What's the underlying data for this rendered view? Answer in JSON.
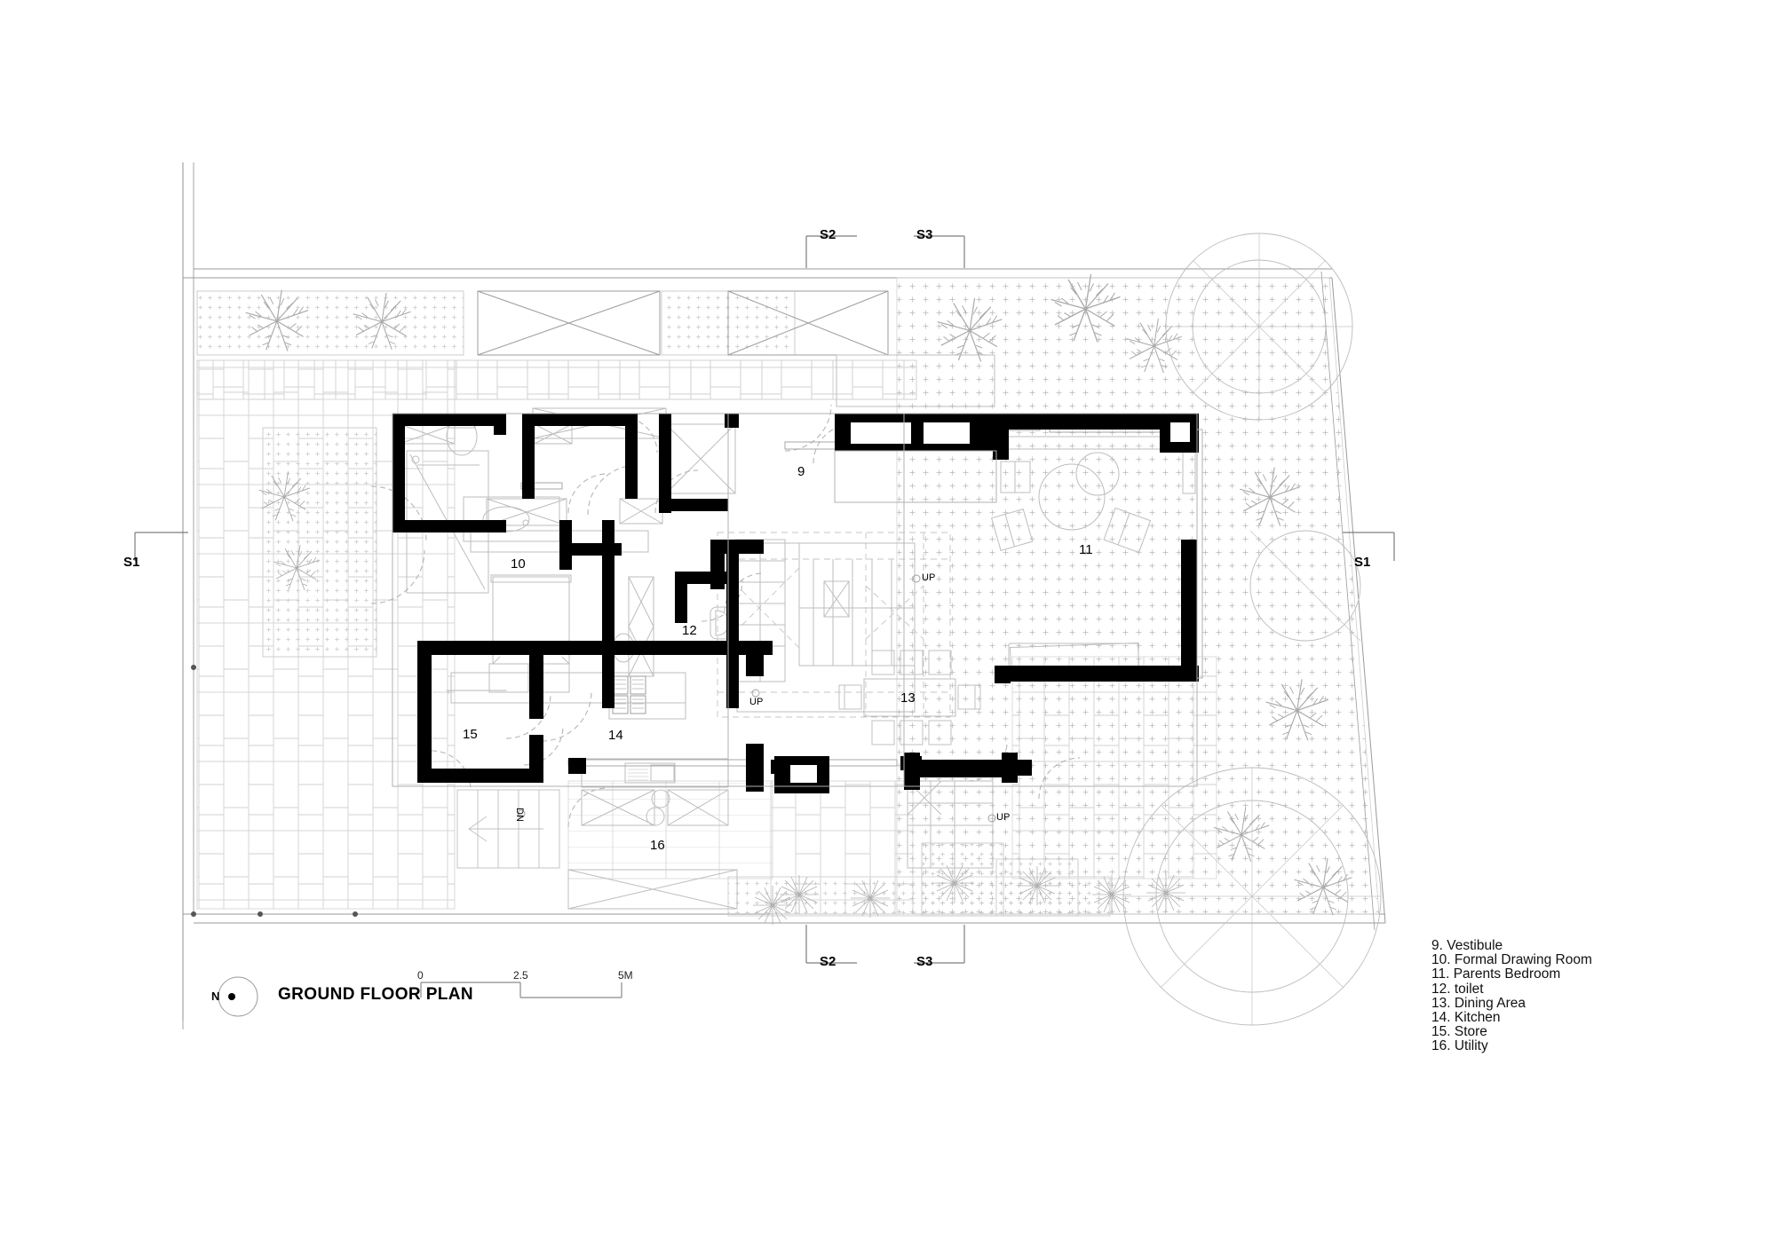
{
  "drawing": {
    "title": "GROUND FLOOR PLAN",
    "north_letter": "N",
    "type": "architectural-floor-plan"
  },
  "scale_bar": {
    "start": "0",
    "mid": "2.5",
    "end": "5M"
  },
  "section_markers": [
    {
      "id": "s1-left",
      "label": "S1"
    },
    {
      "id": "s1-right",
      "label": "S1"
    },
    {
      "id": "s2-top",
      "label": "S2"
    },
    {
      "id": "s3-top",
      "label": "S3"
    },
    {
      "id": "s2-bottom",
      "label": "S2"
    },
    {
      "id": "s3-bottom",
      "label": "S3"
    }
  ],
  "room_numbers": {
    "vestibule": "9",
    "formal_drawing_room": "10",
    "parents_bedroom": "11",
    "toilet": "12",
    "dining_area": "13",
    "kitchen": "14",
    "store": "15",
    "utility": "16"
  },
  "stair_labels": [
    {
      "id": "stair-up-main",
      "label": "UP"
    },
    {
      "id": "stair-up-kitchen",
      "label": "UP"
    },
    {
      "id": "stair-up-rear",
      "label": "UP"
    },
    {
      "id": "stair-dn-store",
      "label": "DN"
    }
  ],
  "legend": {
    "items": [
      "9. Vestibule",
      "10. Formal Drawing Room",
      "11. Parents Bedroom",
      "12. toilet",
      "13. Dining Area",
      "14. Kitchen",
      "15. Store",
      "16. Utility"
    ]
  },
  "colors": {
    "wall_poche": "#000000",
    "thin_line": "#b9b9b9",
    "medium_line": "#8e8e8e",
    "hatch_line": "#c8c8c8",
    "paper": "#ffffff",
    "text": "#000000"
  }
}
